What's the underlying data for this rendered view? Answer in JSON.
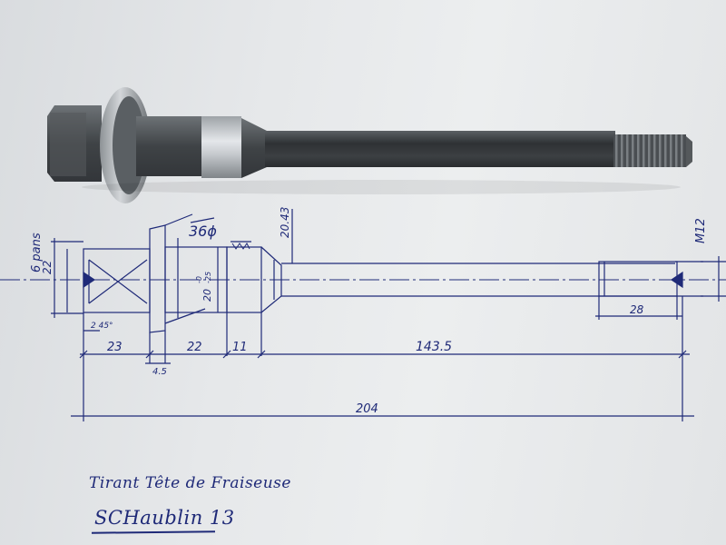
{
  "drawing": {
    "dim_threads": "6 pans",
    "dim_22_head": "22",
    "dim_36": "36ϕ",
    "dim_2043": "20.43",
    "dim_20_tol": "20",
    "dim_tol_upper": "-0",
    "dim_tol_lower": "-25",
    "dim_m12": "M12",
    "dim_chamfer": "2 45°",
    "dim_23": "23",
    "dim_45": "4.5",
    "dim_22b": "22",
    "dim_11": "11",
    "dim_1435": "143.5",
    "dim_28": "28",
    "dim_204": "204"
  },
  "caption": {
    "line1": "Tirant Tête de Fraiseuse",
    "line2": "SCHaublin 13"
  },
  "colors": {
    "ink": "#1f2a78",
    "paper": "#e6e8ea",
    "steel_dark": "#3a3d40",
    "steel_light": "#c9cdd1"
  }
}
